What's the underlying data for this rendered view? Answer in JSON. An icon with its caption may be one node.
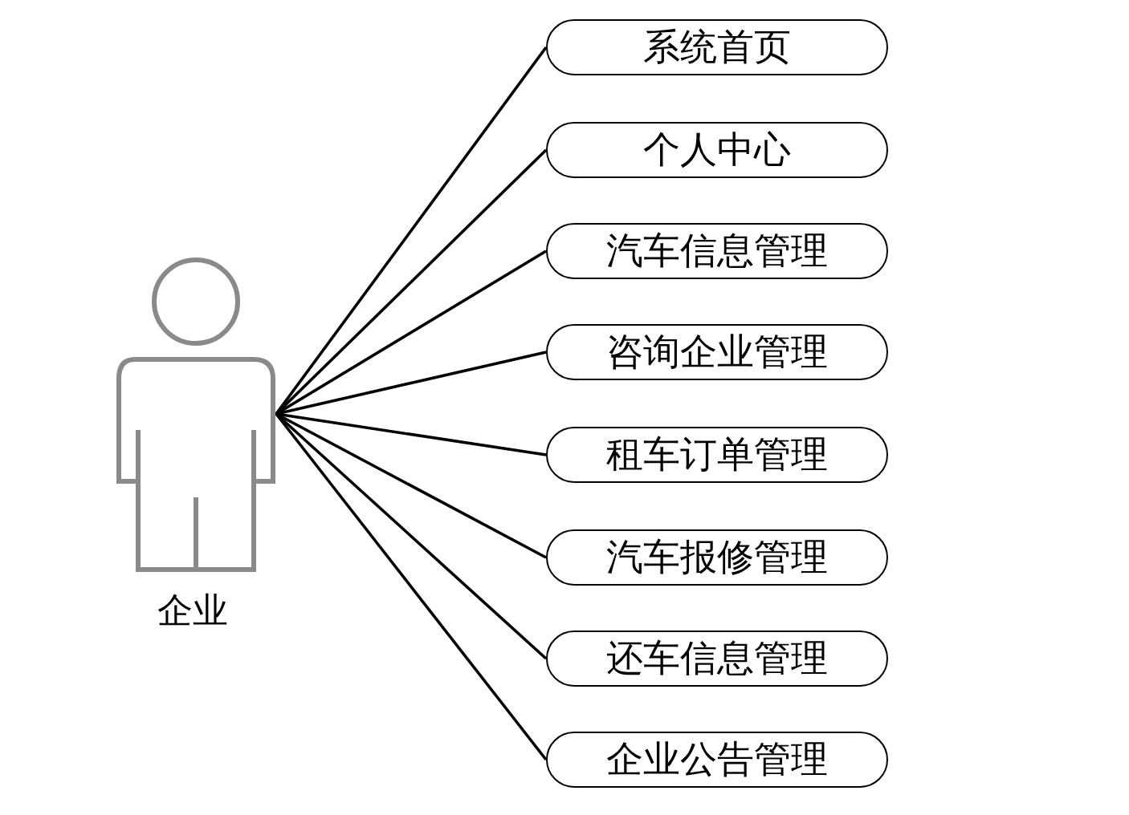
{
  "diagram": {
    "nodes": [
      {
        "text": [
          "企业"
        ]
      },
      {
        "text": [
          "系统首页"
        ]
      },
      {
        "text": [
          "个人中心"
        ]
      },
      {
        "text": [
          "汽车信息管理"
        ]
      },
      {
        "text": [
          "咨询企业管理"
        ]
      },
      {
        "text": [
          "租车订单管理"
        ]
      },
      {
        "text": [
          "汽车报修管理"
        ]
      },
      {
        "text": [
          "还车信息管理"
        ]
      },
      {
        "text": [
          "企业公告管理"
        ]
      }
    ],
    "edges": [
      {
        "from": 0,
        "to": 1,
        "arrow": "none"
      },
      {
        "from": 0,
        "to": 2,
        "arrow": "none"
      },
      {
        "from": 0,
        "to": 3,
        "arrow": "none"
      },
      {
        "from": 0,
        "to": 4,
        "arrow": "none"
      },
      {
        "from": 0,
        "to": 5,
        "arrow": "none"
      },
      {
        "from": 0,
        "to": 6,
        "arrow": "none"
      },
      {
        "from": 0,
        "to": 7,
        "arrow": "none"
      },
      {
        "from": 0,
        "to": 8,
        "arrow": "none"
      }
    ]
  }
}
